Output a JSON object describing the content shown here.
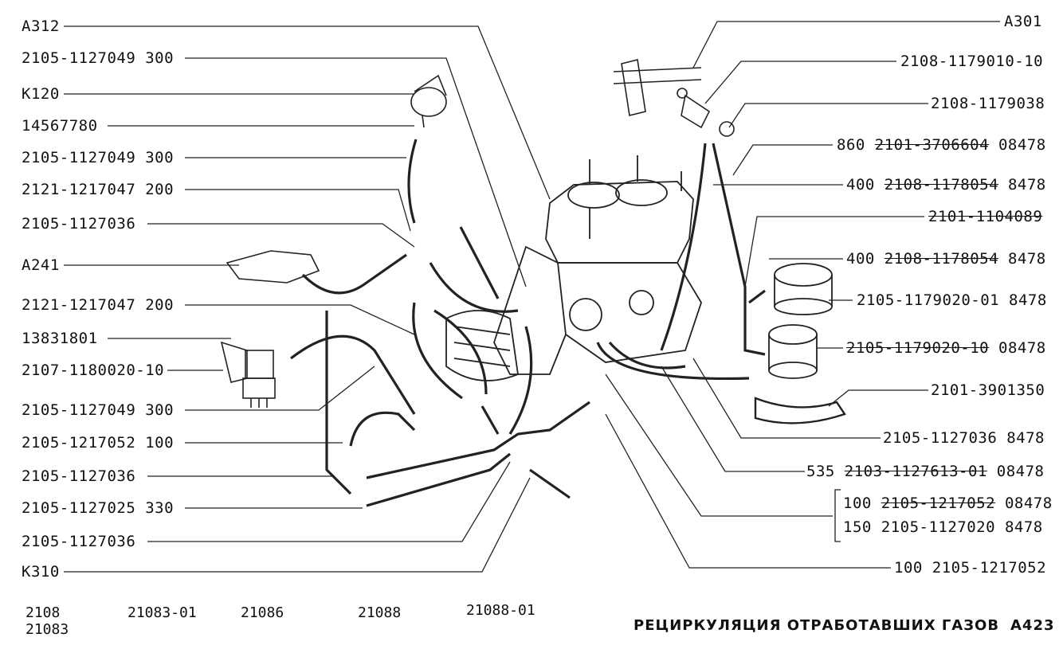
{
  "left_labels": [
    "А312",
    "2105-1127049 300",
    "К120",
    "14567780",
    "2105-1127049 300",
    "2121-1217047 200",
    "2105-1127036",
    "А241",
    "2121-1217047 200",
    "13831801",
    "2107-1180020-10",
    "2105-1127049 300",
    "2105-1217052 100",
    "2105-1127036",
    "2105-1127025 330",
    "2105-1127036",
    "К310"
  ],
  "right_labels": [
    {
      "pre": "",
      "struck": "",
      "post": "А301"
    },
    {
      "pre": "",
      "struck": "",
      "post": "2108-1179010-10"
    },
    {
      "pre": "",
      "struck": "",
      "post": "2108-1179038"
    },
    {
      "pre": "860 ",
      "struck": "2101-3706604",
      "post": " 08478"
    },
    {
      "pre": "400 ",
      "struck": "2108-1178054",
      "post": " 8478"
    },
    {
      "pre": "",
      "struck": "2101-1104089",
      "post": ""
    },
    {
      "pre": "400 ",
      "struck": "2108-1178054",
      "post": " 8478"
    },
    {
      "pre": "",
      "struck": "",
      "post": "2105-1179020-01 8478"
    },
    {
      "pre": "",
      "struck": "2105-1179020-10",
      "post": " 08478"
    },
    {
      "pre": "",
      "struck": "",
      "post": "2101-3901350"
    },
    {
      "pre": "",
      "struck": "",
      "post": "2105-1127036 8478"
    },
    {
      "pre": "535 ",
      "struck": "2103-1127613-01",
      "post": " 08478"
    },
    {
      "pre": "100 ",
      "struck": "2105-1217052",
      "post": " 08478"
    },
    {
      "pre": "150 2105-1127020",
      "struck": "",
      "post": "   8478"
    },
    {
      "pre": "",
      "struck": "",
      "post": "100 2105-1217052"
    }
  ],
  "footer": {
    "models": [
      "2108",
      "21083",
      "21083-01",
      "21086",
      "21088",
      "21088-01"
    ],
    "title": "РЕЦИРКУЛЯЦИЯ ОТРАБОТАВШИХ ГАЗОВ",
    "page_code": "А423"
  }
}
